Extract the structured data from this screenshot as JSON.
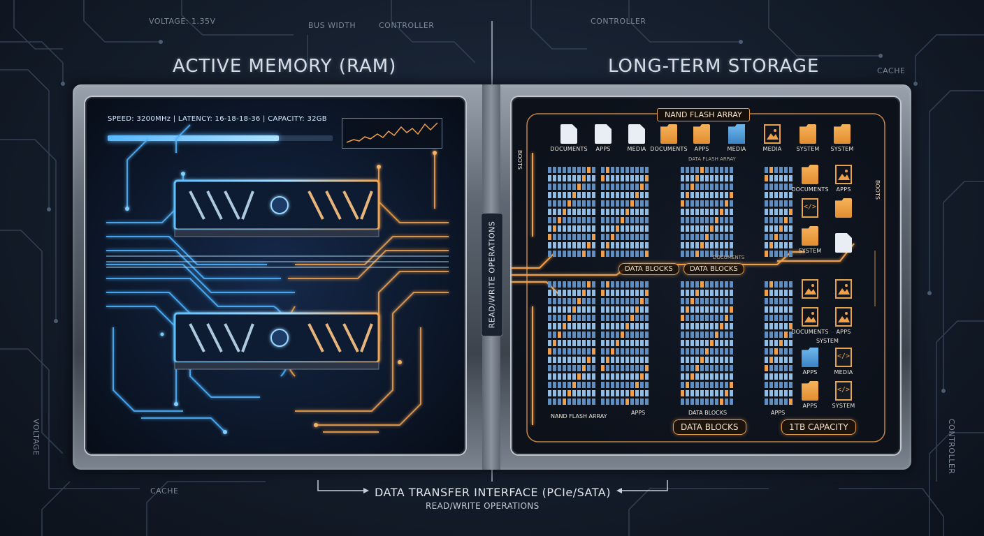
{
  "background_labels": {
    "voltage_top": "VOLTAGE: 1.35V",
    "bus_width": "BUS WIDTH",
    "controller_left": "CONTROLLER",
    "controller_right": "CONTROLLER",
    "cache_right": "CACHE",
    "cache_bottom": "CACHE",
    "voltage_left": "VOLTAGE",
    "controller_bottom_right": "CONTROLLER"
  },
  "headings": {
    "ram": "ACTIVE MEMORY (RAM)",
    "storage": "LONG-TERM STORAGE"
  },
  "ram": {
    "stats": "SPEED: 3200MHz | LATENCY: 16-18-18-36 | CAPACITY: 32GB",
    "usage_fraction": 0.76
  },
  "interface": {
    "vertical_label": "READ/WRITE OPERATIONS",
    "bottom_title": "DATA TRANSFER INTERFACE (PCIe/SATA)",
    "bottom_subtitle": "READ/WRITE OPERATIONS"
  },
  "storage": {
    "array_title": "NAND FLASH ARRAY",
    "top_files": [
      {
        "label": "DOCUMENTS",
        "icon": "document-icon"
      },
      {
        "label": "APPS",
        "icon": "document-icon"
      },
      {
        "label": "MEDIA",
        "icon": "document-icon"
      },
      {
        "label": "DOCUMENTS",
        "icon": "folder-icon"
      },
      {
        "label": "APPS",
        "icon": "folder-icon"
      },
      {
        "label": "MEDIA",
        "icon": "folder-blue-icon"
      },
      {
        "label": "MEDIA",
        "icon": "image-icon"
      },
      {
        "label": "SYSTEM",
        "icon": "folder-icon"
      },
      {
        "label": "SYSTEM",
        "icon": "folder-icon"
      }
    ],
    "block_label_top": "DATA FLASH ARRAY",
    "block_label_mid": "DOCUMENTS",
    "tags_middle": [
      "DATA BLOCKS",
      "DATA BLOCKS"
    ],
    "side_upper": [
      {
        "label": "DOCUMENTS",
        "icon": "folder-icon"
      },
      {
        "label": "APPS",
        "icon": "image-icon"
      },
      {
        "label": "",
        "icon": "folder-icon"
      },
      {
        "label": "",
        "icon": "code-icon"
      },
      {
        "label": "SYSTEM",
        "icon": "folder-icon"
      },
      {
        "label": "",
        "icon": "document-icon"
      }
    ],
    "side_lower": [
      {
        "label": "",
        "icon": "image-icon"
      },
      {
        "label": "",
        "icon": "image-icon"
      },
      {
        "label": "DOCUMENTS",
        "icon": "image-icon"
      },
      {
        "label": "APPS",
        "icon": "image-icon"
      },
      {
        "label": "APPS",
        "icon": "folder-blue-icon"
      },
      {
        "label": "MEDIA",
        "icon": "code-icon"
      },
      {
        "label": "APPS",
        "icon": "folder-icon"
      },
      {
        "label": "SYSTEM",
        "icon": "code-icon"
      }
    ],
    "side_system_label": "SYSTEM",
    "bottom_small_left": "NAND FLASH ARRAY",
    "bottom_small_apps": "APPS",
    "bottom_small_blocks": "DATA BLOCKS",
    "bottom_small_apps2": "APPS",
    "tag_bottom_blocks": "DATA BLOCKS",
    "tag_bottom_capacity": "1TB CAPACITY",
    "vertical_side_left": "BOOTS",
    "vertical_side_right": "BOOTS"
  },
  "colors": {
    "ram_blue": "#4fb4ff",
    "storage_orange": "#f0a04b",
    "frame_metal": "#7b848f"
  }
}
